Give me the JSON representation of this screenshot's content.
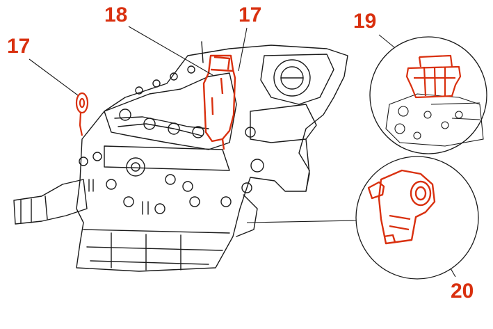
{
  "colors": {
    "line_art": "#1a1a1a",
    "highlight": "#d9300f",
    "background": "#ffffff"
  },
  "callouts": [
    {
      "id": "c17a",
      "label": "17"
    },
    {
      "id": "c18",
      "label": "18"
    },
    {
      "id": "c17b",
      "label": "17"
    },
    {
      "id": "c19",
      "label": "19"
    },
    {
      "id": "c20",
      "label": "20"
    }
  ],
  "detail_views": [
    {
      "id": "detail-top-right",
      "shows_callout": "19"
    },
    {
      "id": "detail-bottom-right",
      "shows_callout": "20"
    }
  ]
}
